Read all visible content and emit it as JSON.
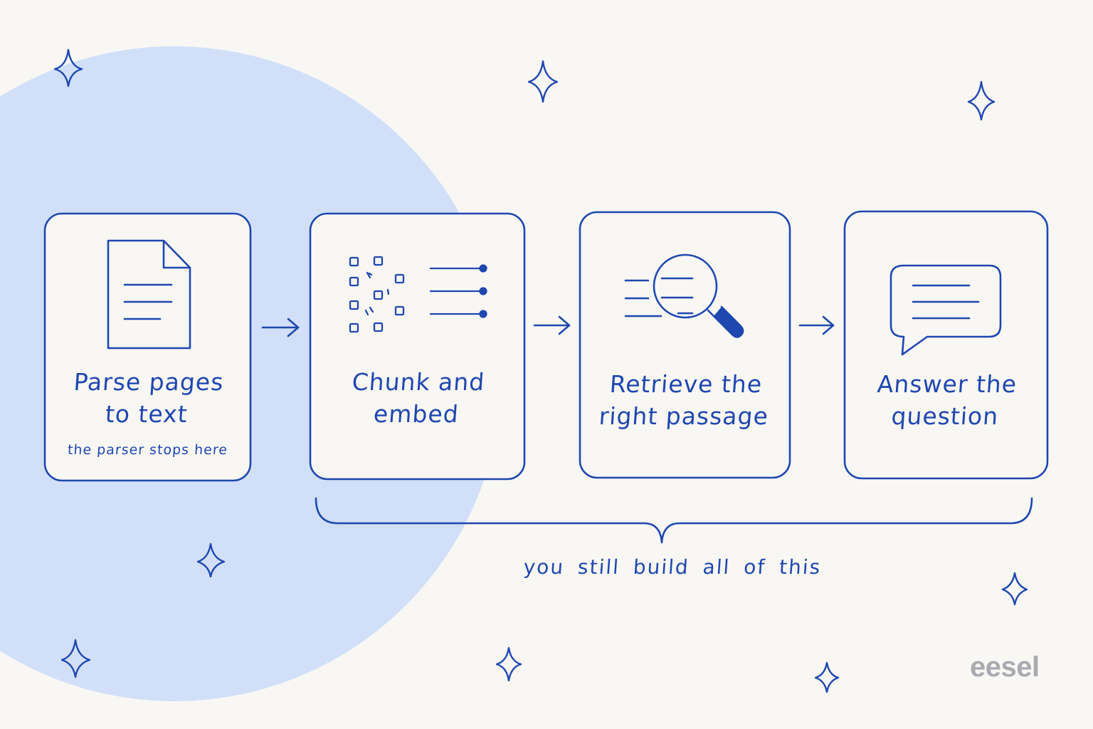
{
  "colors": {
    "ink": "#1f47b0",
    "background": "#f8f7f4",
    "blob": "#d1e0f8",
    "brand": "#a9abb0"
  },
  "steps": [
    {
      "title_line1": "Parse pages",
      "title_line2": "to text",
      "note": "the parser stops here",
      "icon": "document-icon"
    },
    {
      "title_line1": "Chunk and",
      "title_line2": "embed",
      "icon": "chunk-embed-icon"
    },
    {
      "title_line1": "Retrieve the",
      "title_line2": "right passage",
      "icon": "magnifier-icon"
    },
    {
      "title_line1": "Answer the",
      "title_line2": "question",
      "icon": "chat-bubble-icon"
    }
  ],
  "brace_label": "you still build all of this",
  "brand": "eesel"
}
